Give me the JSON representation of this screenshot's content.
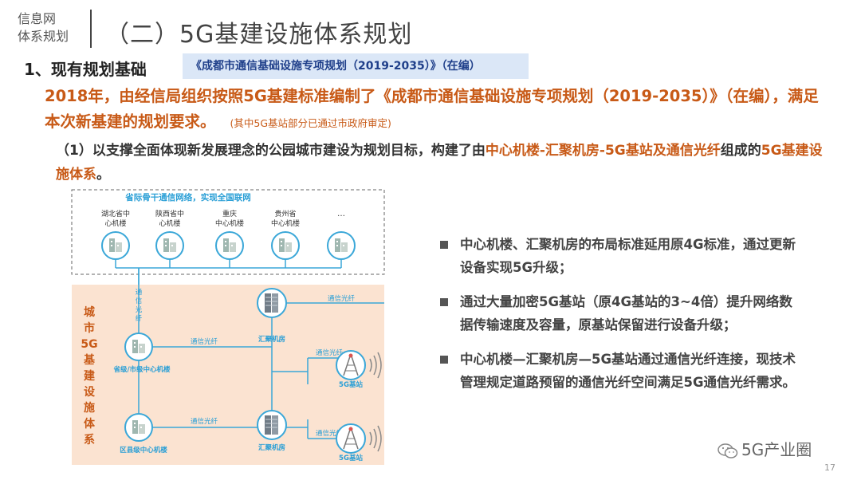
{
  "section_label": {
    "line1": "信息网",
    "line2": "体系规划"
  },
  "title": "（二）5G基建设施体系规划",
  "sub_heading": "1、现有规划基础",
  "badge": "《成都市通信基础设施专项规划（2019-2035）》（在编）",
  "orange_paragraph": {
    "main": "2018年，由经信局组织按照5G基建标准编制了《成都市通信基础设施专项规划（2019-2035）》（在编），满足本次新基建的规划要求。",
    "note": "(其中5G基站部分已通过市政府审定)"
  },
  "paragraph": {
    "part1": "（1）以支撑全面体现新发展理念的公园城市建设为规划目标，构建了由",
    "highlight1": "中心机楼-汇聚机房-5G基站及通信光纤",
    "part2": "组成的",
    "highlight2": "5G基建设施体系",
    "part3": "。"
  },
  "diagram": {
    "backbone_label": "省际骨干通信网络，实现全国联网",
    "backbone_nodes": [
      "湖北省中心机楼",
      "陕西省中心机楼",
      "重庆中心机楼",
      "贵州省中心机楼",
      "…"
    ],
    "backbone_nodes_lines": [
      [
        "湖北省中",
        "心机楼"
      ],
      [
        "陕西省中",
        "心机楼"
      ],
      [
        "重庆",
        "中心机楼"
      ],
      [
        "贵州省",
        "中心机楼"
      ],
      [
        "…",
        ""
      ]
    ],
    "city_label": "城市5G基建设施体系",
    "city_label_chars": [
      "城",
      "市",
      "5G",
      "基",
      "建",
      "设",
      "施",
      "体",
      "系"
    ],
    "fiber_label": "通信光纤",
    "fiber_label_vertical": [
      "通",
      "信",
      "光",
      "纤"
    ],
    "provincial_center": "省级/市级中心机楼",
    "district_center": "区县级中心机楼",
    "aggregation_room": "汇聚机房",
    "base_station": "5G基站",
    "colors": {
      "line": "#3aa7d8",
      "region_bg": "#fbe3d1",
      "region_text": "#c85a17",
      "dash_border": "#666666",
      "backbone_text": "#2a9fd6"
    }
  },
  "bullets": [
    "中心机楼、汇聚机房的布局标准延用原4G标准，通过更新设备实现5G升级；",
    "通过大量加密5G基站（原4G基站的3~4倍）提升网络数据传输速度及容量，原基站保留进行设备升级；",
    "中心机楼—汇聚机房—5G基站通过通信光纤连接，现技术管理规定道路预留的通信光纤空间满足5G通信光纤需求。"
  ],
  "footer": {
    "logo_text": "5G产业圈",
    "page_number": "17"
  }
}
